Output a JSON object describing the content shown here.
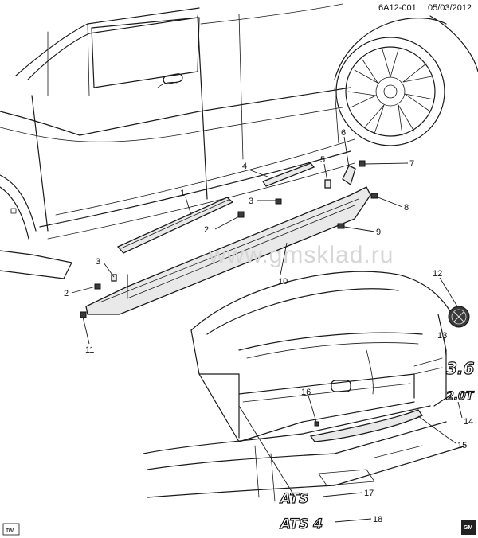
{
  "header": {
    "code": "6A12-001",
    "date": "05/03/2012"
  },
  "watermark": "www.gmsklad.ru",
  "corner_tag": "tw",
  "gm_logo_text": "GM",
  "emblems": {
    "e13": "3.6",
    "e14": "2.0T",
    "e17": "ATS",
    "e18": "ATS 4"
  },
  "callouts": [
    "1",
    "2",
    "3",
    "4",
    "5",
    "6",
    "7",
    "8",
    "9",
    "10",
    "11",
    "12",
    "13",
    "14",
    "15",
    "16",
    "17",
    "18",
    "2",
    "3"
  ]
}
